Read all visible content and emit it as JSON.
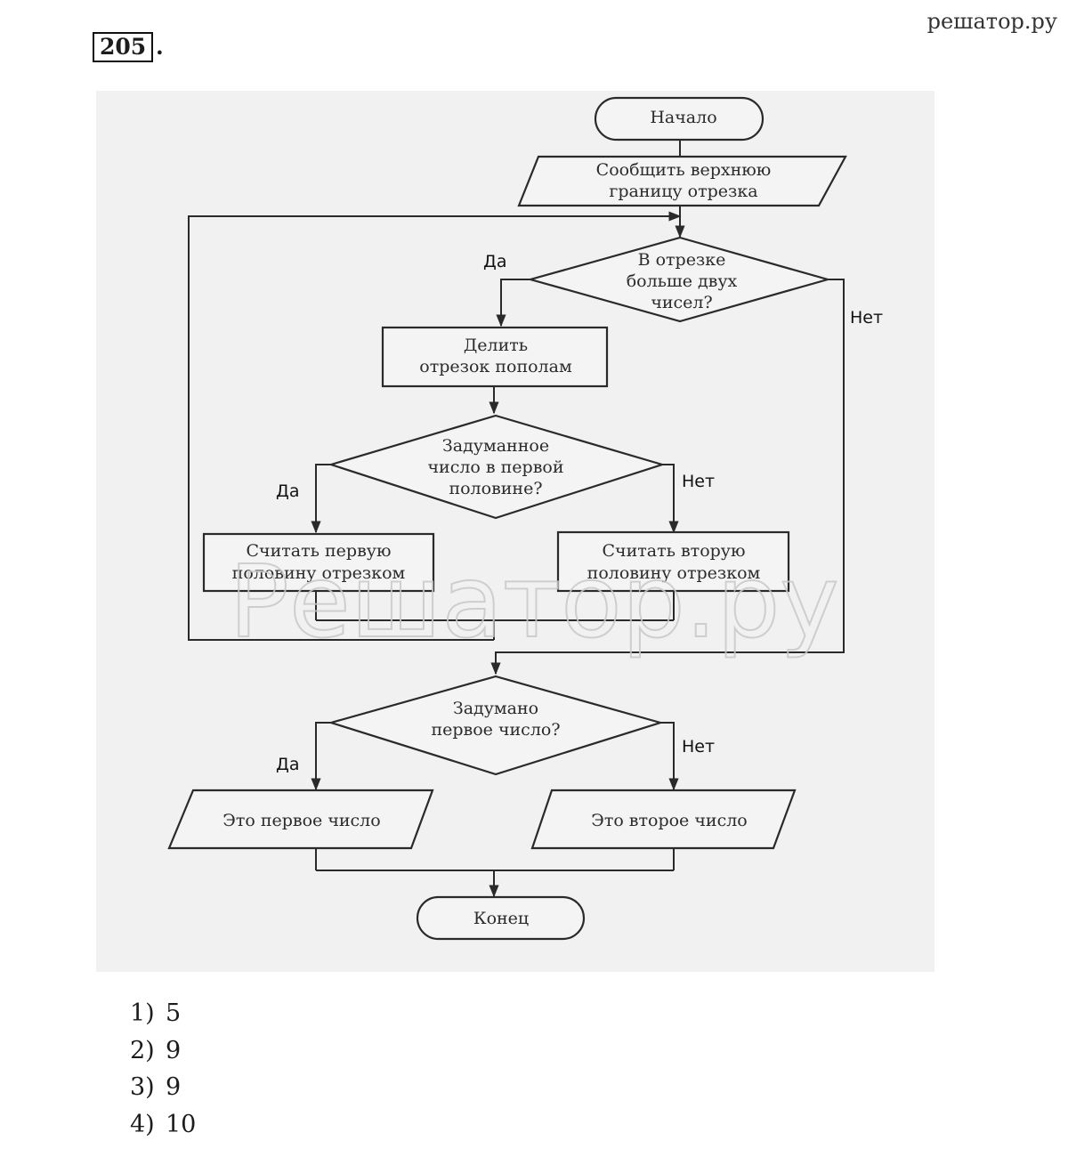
{
  "header": {
    "site": "решатор.ру",
    "problem_number": "205",
    "problem_suffix": "."
  },
  "watermark": "Решатор.ру",
  "nodes": {
    "start": [
      "Начало"
    ],
    "input": [
      "Сообщить верхнюю",
      "границу отрезка"
    ],
    "cond1": [
      "В отрезке",
      "больше двух",
      "чисел?"
    ],
    "halve": [
      "Делить",
      "отрезок пополам"
    ],
    "cond2": [
      "Задуманное",
      "число в первой",
      "половине?"
    ],
    "first_half": [
      "Считать первую",
      "половину отрезком"
    ],
    "second_half": [
      "Считать вторую",
      "половину отрезком"
    ],
    "cond3": [
      "Задумано",
      "первое число?"
    ],
    "out_first": [
      "Это первое число"
    ],
    "out_second": [
      "Это второе число"
    ],
    "end": [
      "Конец"
    ]
  },
  "branches": {
    "cond1_yes": "Да",
    "cond1_no": "Нет",
    "cond2_yes": "Да",
    "cond2_no": "Нет",
    "cond3_yes": "Да",
    "cond3_no": "Нет"
  },
  "answers": [
    {
      "num": "1)",
      "value": "5"
    },
    {
      "num": "2)",
      "value": "9"
    },
    {
      "num": "3)",
      "value": "9"
    },
    {
      "num": "4)",
      "value": "10"
    }
  ]
}
